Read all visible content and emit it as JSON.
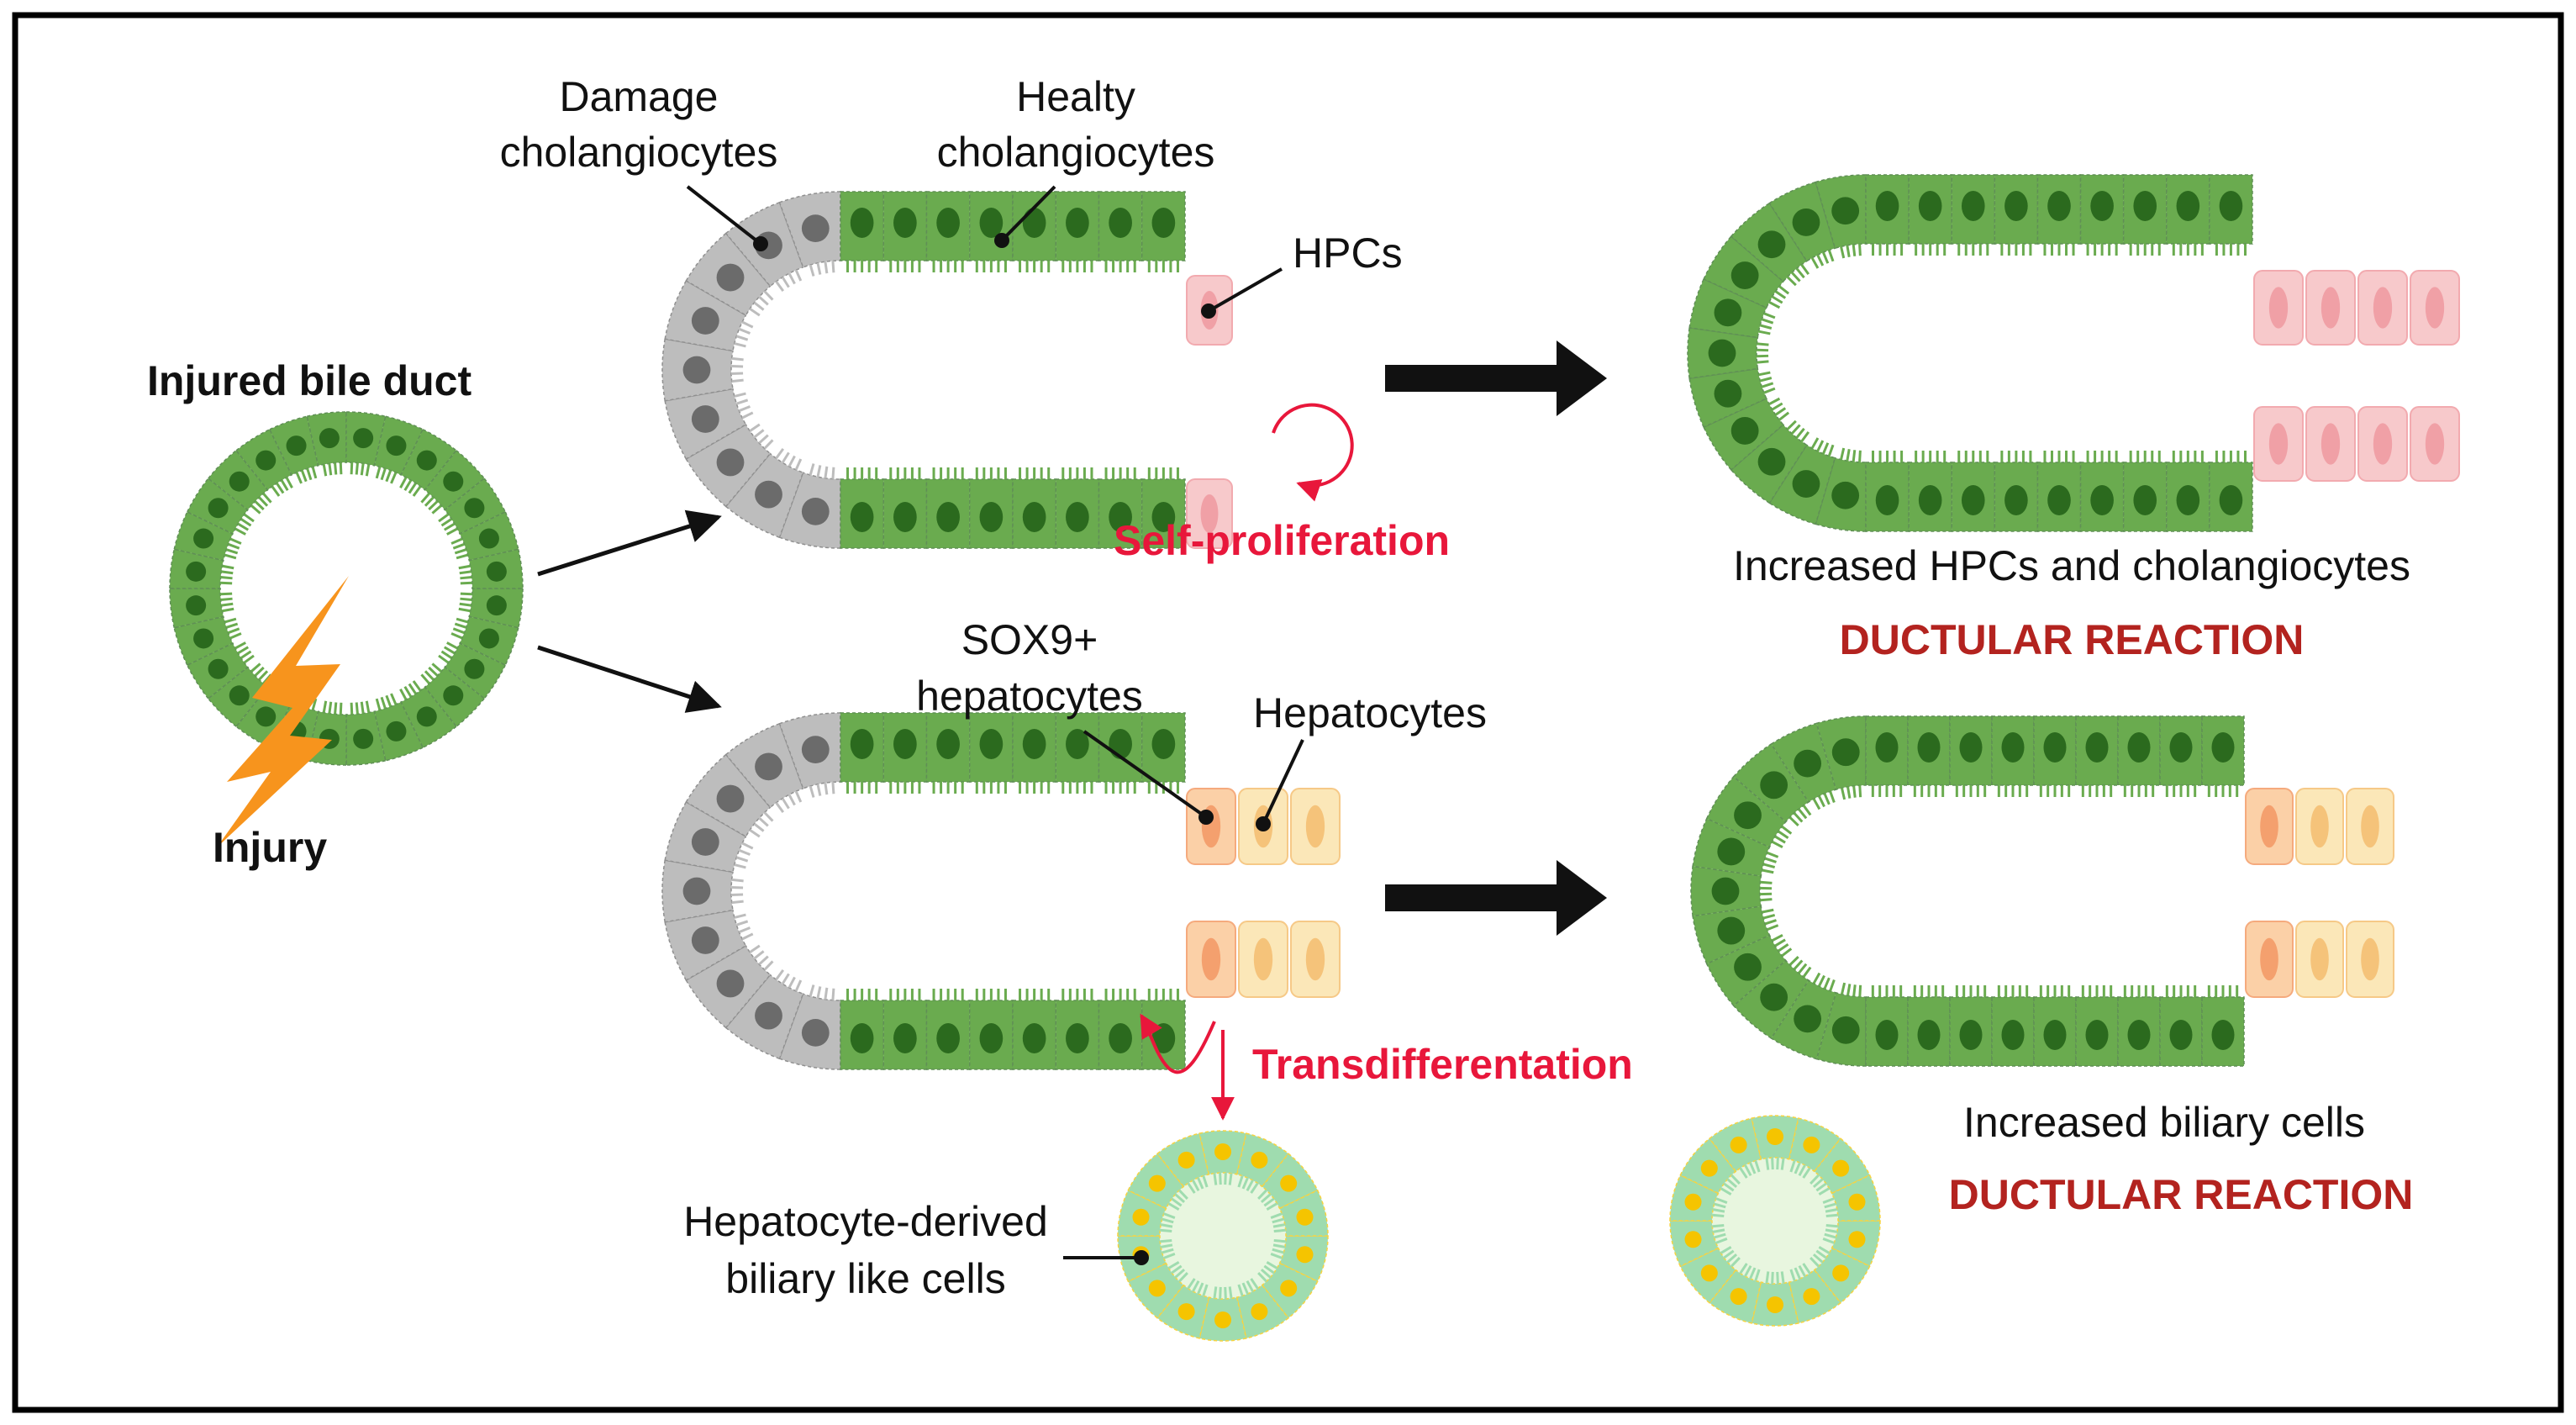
{
  "labels": {
    "injured_bile_duct": "Injured bile duct",
    "injury": "Injury",
    "damage_line1": "Damage",
    "damage_line2": "cholangiocytes",
    "healthy_line1": "Healty",
    "healthy_line2": "cholangiocytes",
    "hpcs": "HPCs",
    "self_proliferation": "Self-proliferation",
    "sox9_line1": "SOX9+",
    "sox9_line2": "hepatocytes",
    "hepatocytes": "Hepatocytes",
    "transdifferentiation": "Transdifferentation",
    "hep_derived_line1": "Hepatocyte-derived",
    "hep_derived_line2": "biliary like cells",
    "increased_hpcs": "Increased HPCs and cholangiocytes",
    "ductular_reaction_top": "DUCTULAR REACTION",
    "increased_biliary": "Increased biliary cells",
    "ductular_reaction_bottom": "DUCTULAR REACTION"
  },
  "colors": {
    "cholangiocyte": "#6aab4f",
    "cholangiocyte_nucleus": "#2b6a1e",
    "damaged_cell": "#bdbdbd",
    "damaged_nucleus": "#6b6b6b",
    "hpc": "#f7c9cb",
    "hpc_nucleus": "#f0a0a6",
    "hepatocyte": "#fbe7b8",
    "hepatocyte_nucleus": "#f5c37a",
    "sox9_hepatocyte": "#fbd0a7",
    "sox9_nucleus": "#f4a06e",
    "biliary_like_cell": "#9fdcaf",
    "biliary_like_nucleus": "#f5c400",
    "injury_bolt": "#f7941d",
    "red_text": "#e8173b",
    "dark_red_text": "#b3231f",
    "border": "#000000"
  },
  "icons": [
    "lightning-bolt-icon",
    "self-renewal-circular-arrow-icon",
    "transdifferentiation-arrow-icon",
    "process-arrow-icon"
  ]
}
